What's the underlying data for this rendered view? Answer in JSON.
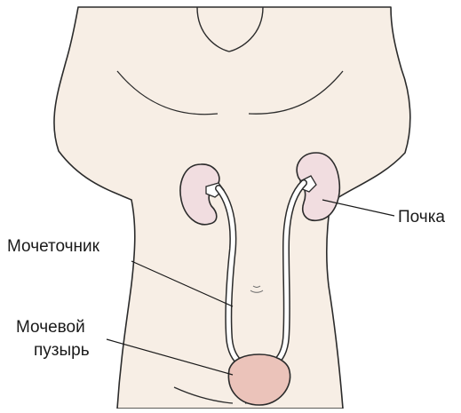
{
  "labels": {
    "kidney": "Почка",
    "ureter": "Мочеточник",
    "bladder_line1": "Мочевой",
    "bladder_line2": "пузырь"
  },
  "colors": {
    "skin": "#f7eee5",
    "outline": "#2b2b2b",
    "kidney": "#f1dde0",
    "bladder": "#ebc3ba",
    "ureter_fill": "#ffffff"
  }
}
